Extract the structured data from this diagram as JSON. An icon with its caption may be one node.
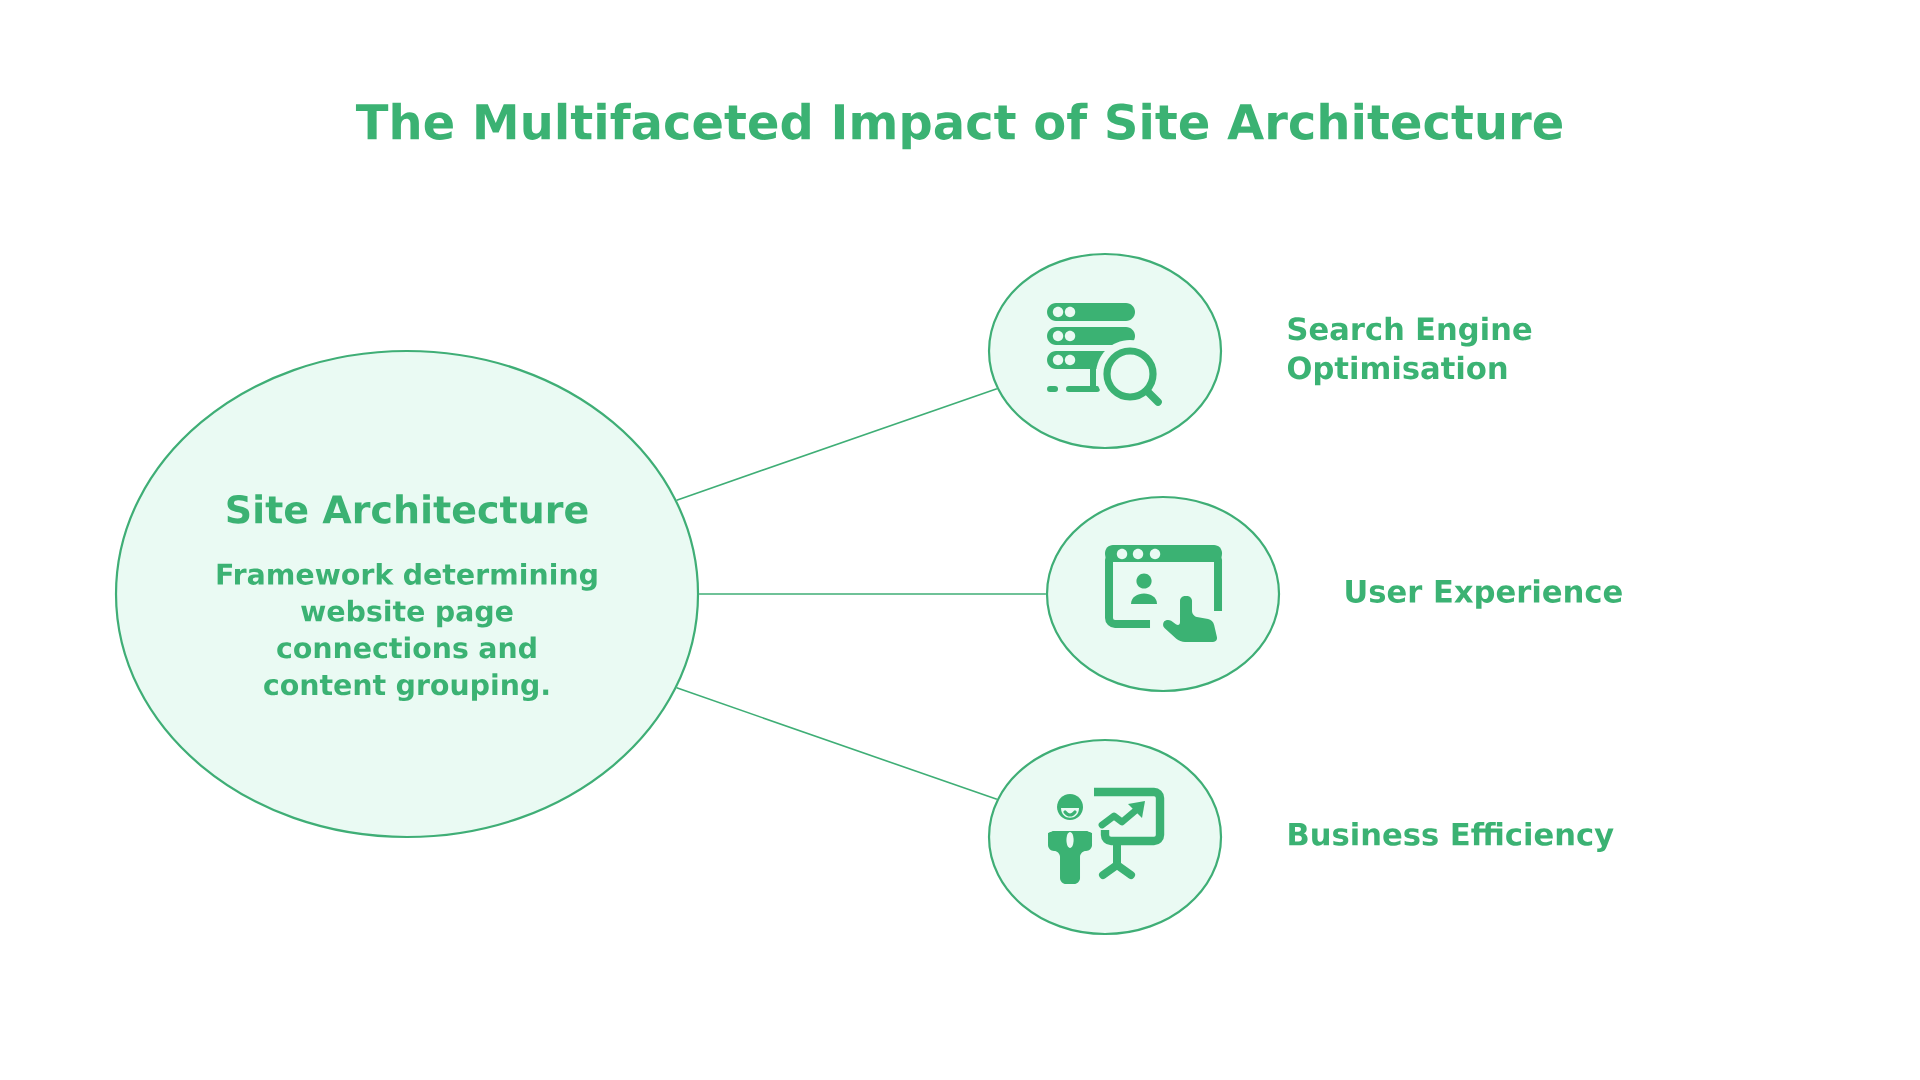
{
  "diagram": {
    "title": "The Multifaceted Impact of Site Architecture",
    "nodes": [
      {
        "text": [
          "Site Architecture",
          "Framework determining website page connections and content grouping."
        ]
      },
      {
        "text": [
          "Search Engine Optimisation"
        ]
      },
      {
        "text": [
          "User Experience"
        ]
      },
      {
        "text": [
          "Business Efficiency"
        ]
      }
    ],
    "edges": [
      {
        "from": 0,
        "to": 1,
        "arrow": "none"
      },
      {
        "from": 0,
        "to": 2,
        "arrow": "none"
      },
      {
        "from": 0,
        "to": 3,
        "arrow": "none"
      }
    ]
  }
}
